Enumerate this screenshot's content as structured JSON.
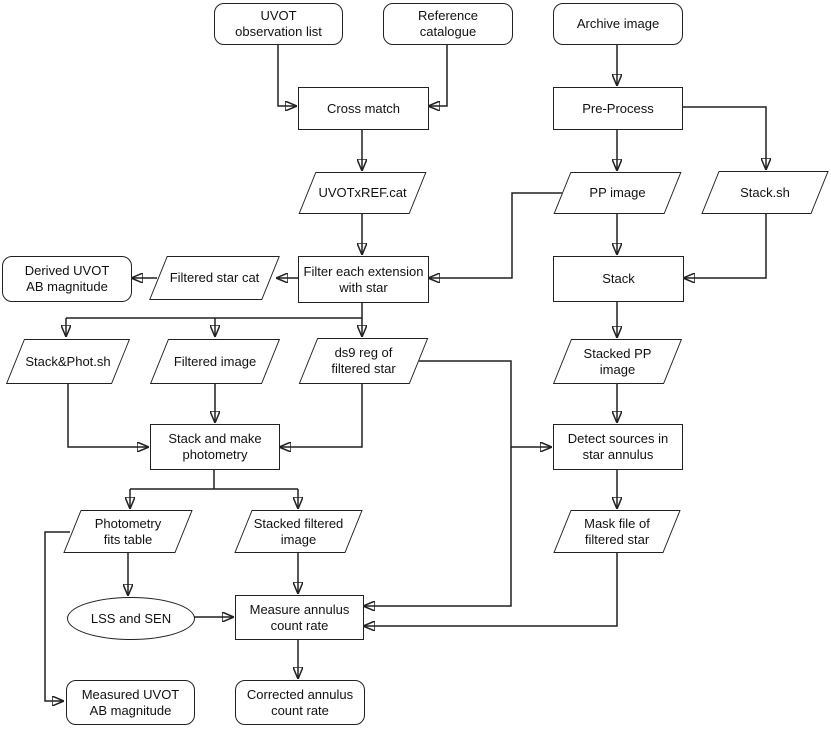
{
  "diagram": {
    "type": "flowchart",
    "background_color": "#ffffff",
    "stroke_color": "#212121",
    "text_color": "#111111",
    "nodes": {
      "uvot_observation_list": {
        "label": "UVOT\nobservation list",
        "shape": "rounded"
      },
      "reference_catalogue": {
        "label": "Reference\ncatalogue",
        "shape": "rounded"
      },
      "archive_image": {
        "label": "Archive image",
        "shape": "rounded"
      },
      "cross_match": {
        "label": "Cross match",
        "shape": "rect"
      },
      "pre_process": {
        "label": "Pre-Process",
        "shape": "rect"
      },
      "uvotxref_cat": {
        "label": "UVOTxREF.cat",
        "shape": "parallelogram"
      },
      "pp_image": {
        "label": "PP image",
        "shape": "parallelogram"
      },
      "stack_sh": {
        "label": "Stack.sh",
        "shape": "parallelogram"
      },
      "derived_uvot_ab_magnitude": {
        "label": "Derived UVOT\nAB magnitude",
        "shape": "rounded"
      },
      "filtered_star_cat": {
        "label": "Filtered star cat",
        "shape": "parallelogram"
      },
      "filter_each_extension": {
        "label": "Filter each extension\nwith star",
        "shape": "rect"
      },
      "stack": {
        "label": "Stack",
        "shape": "rect"
      },
      "stack_phot_sh": {
        "label": "Stack&Phot.sh",
        "shape": "parallelogram"
      },
      "filtered_image": {
        "label": "Filtered image",
        "shape": "parallelogram"
      },
      "ds9_reg": {
        "label": "ds9 reg of\nfiltered star",
        "shape": "parallelogram"
      },
      "stacked_pp_image": {
        "label": "Stacked PP\nimage",
        "shape": "parallelogram"
      },
      "stack_and_make_photometry": {
        "label": "Stack and make\nphotometry",
        "shape": "rect"
      },
      "detect_sources": {
        "label": "Detect sources in\nstar annulus",
        "shape": "rect"
      },
      "photometry_fits_table": {
        "label": "Photometry\nfits table",
        "shape": "parallelogram"
      },
      "stacked_filtered_image": {
        "label": "Stacked filtered\nimage",
        "shape": "parallelogram"
      },
      "mask_file": {
        "label": "Mask file of\nfiltered star",
        "shape": "parallelogram"
      },
      "lss_and_sen": {
        "label": "LSS and SEN",
        "shape": "ellipse"
      },
      "measure_annulus": {
        "label": "Measure annulus\ncount rate",
        "shape": "rect"
      },
      "measured_uvot_ab_magnitude": {
        "label": "Measured UVOT\nAB magnitude",
        "shape": "rounded"
      },
      "corrected_annulus": {
        "label": "Corrected annulus\ncount rate",
        "shape": "rounded"
      }
    },
    "edges": [
      {
        "from": "uvot_observation_list",
        "to": "cross_match"
      },
      {
        "from": "reference_catalogue",
        "to": "cross_match"
      },
      {
        "from": "archive_image",
        "to": "pre_process"
      },
      {
        "from": "cross_match",
        "to": "uvotxref_cat"
      },
      {
        "from": "pre_process",
        "to": "pp_image"
      },
      {
        "from": "pre_process",
        "to": "stack_sh"
      },
      {
        "from": "uvotxref_cat",
        "to": "filter_each_extension"
      },
      {
        "from": "pp_image",
        "to": "filter_each_extension"
      },
      {
        "from": "pp_image",
        "to": "stack"
      },
      {
        "from": "stack_sh",
        "to": "stack"
      },
      {
        "from": "filter_each_extension",
        "to": "filtered_star_cat"
      },
      {
        "from": "filtered_star_cat",
        "to": "derived_uvot_ab_magnitude"
      },
      {
        "from": "filter_each_extension",
        "to": "stack_phot_sh"
      },
      {
        "from": "filter_each_extension",
        "to": "filtered_image"
      },
      {
        "from": "filter_each_extension",
        "to": "ds9_reg"
      },
      {
        "from": "stack",
        "to": "stacked_pp_image"
      },
      {
        "from": "stacked_pp_image",
        "to": "detect_sources"
      },
      {
        "from": "detect_sources",
        "to": "mask_file"
      },
      {
        "from": "stack_phot_sh",
        "to": "stack_and_make_photometry"
      },
      {
        "from": "filtered_image",
        "to": "stack_and_make_photometry"
      },
      {
        "from": "ds9_reg",
        "to": "stack_and_make_photometry"
      },
      {
        "from": "ds9_reg",
        "to": "detect_sources"
      },
      {
        "from": "ds9_reg",
        "to": "measure_annulus"
      },
      {
        "from": "stack_and_make_photometry",
        "to": "photometry_fits_table"
      },
      {
        "from": "stack_and_make_photometry",
        "to": "stacked_filtered_image"
      },
      {
        "from": "photometry_fits_table",
        "to": "lss_and_sen"
      },
      {
        "from": "photometry_fits_table",
        "to": "measured_uvot_ab_magnitude"
      },
      {
        "from": "stacked_filtered_image",
        "to": "measure_annulus"
      },
      {
        "from": "lss_and_sen",
        "to": "measure_annulus"
      },
      {
        "from": "mask_file",
        "to": "measure_annulus"
      },
      {
        "from": "measure_annulus",
        "to": "corrected_annulus"
      }
    ]
  }
}
